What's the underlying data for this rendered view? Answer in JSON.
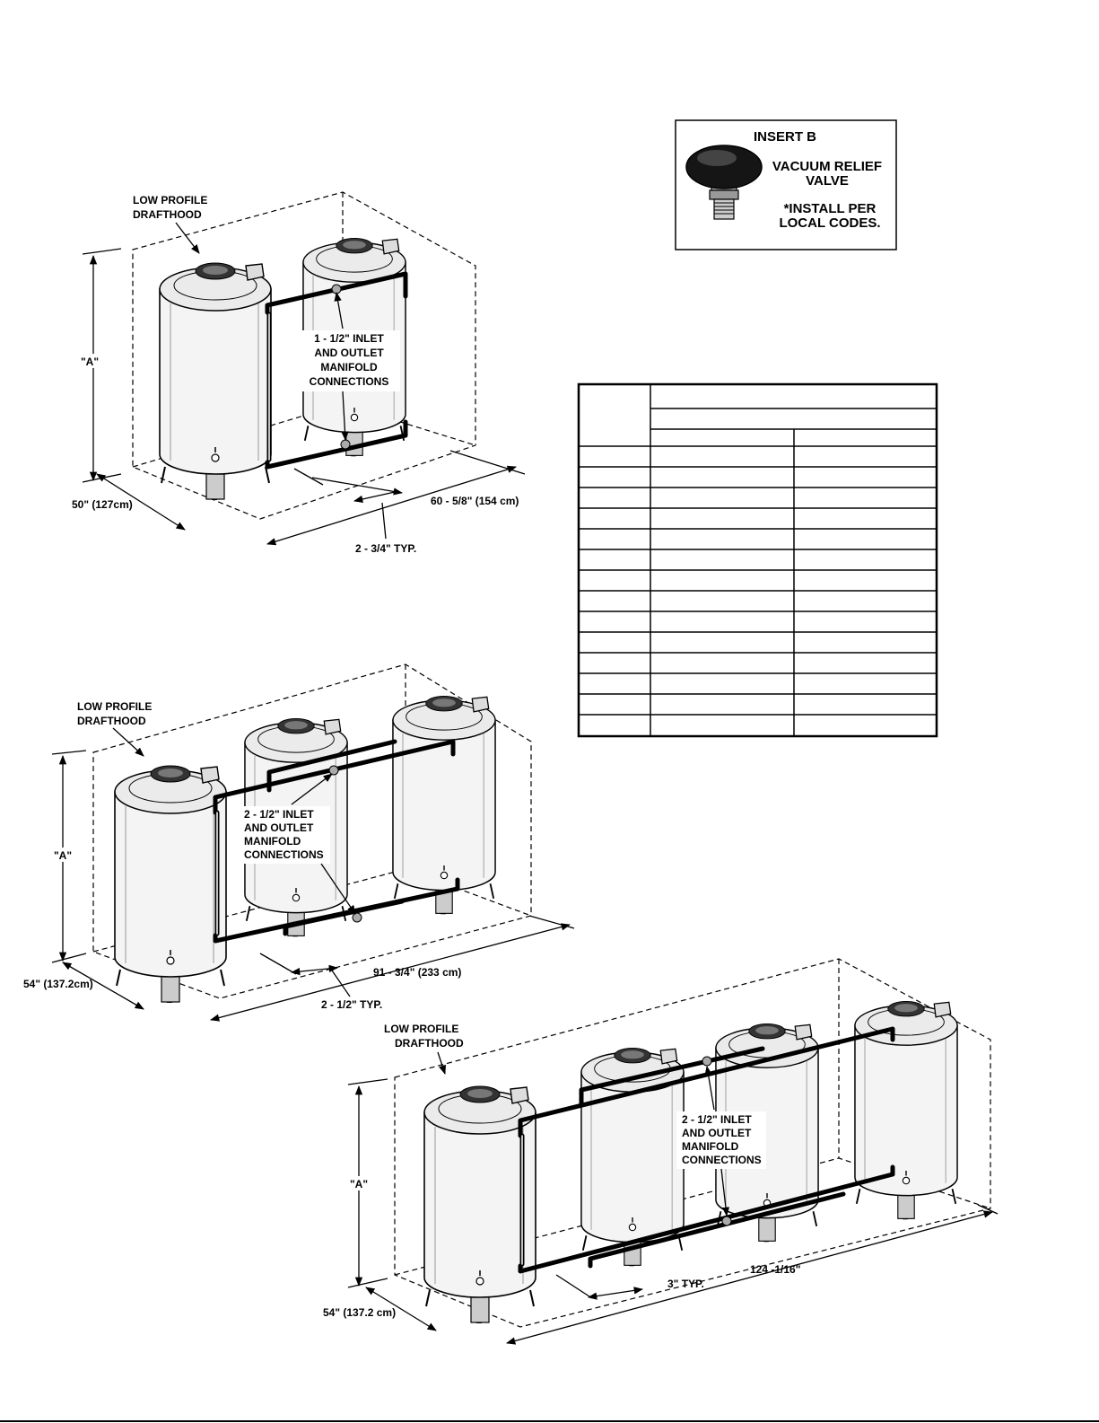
{
  "insert": {
    "title": "INSERT B",
    "valve_line1": "VACUUM RELIEF",
    "valve_line2": "VALVE",
    "note_line1": "*INSTALL PER",
    "note_line2": "LOCAL CODES."
  },
  "figure1": {
    "hood_line1": "LOW PROFILE",
    "hood_line2": "DRAFTHOOD",
    "height": "\"A\"",
    "manifold_line1": "1 - 1/2\" INLET",
    "manifold_line2": "AND OUTLET",
    "manifold_line3": "MANIFOLD",
    "manifold_line4": "CONNECTIONS",
    "depth": "50\" (127cm)",
    "width": "60 - 5/8\" (154 cm)",
    "spacing": "2 - 3/4\" TYP."
  },
  "figure2": {
    "hood_line1": "LOW PROFILE",
    "hood_line2": "DRAFTHOOD",
    "height": "\"A\"",
    "manifold_line1": "2 - 1/2\" INLET",
    "manifold_line2": "AND OUTLET",
    "manifold_line3": "MANIFOLD",
    "manifold_line4": "CONNECTIONS",
    "depth": "54\" (137.2cm)",
    "width": "91 - 3/4\" (233 cm)",
    "spacing": "2 - 1/2\" TYP."
  },
  "figure3": {
    "hood_line1": "LOW PROFILE",
    "hood_line2": "DRAFTHOOD",
    "height": "\"A\"",
    "manifold_line1": "2 - 1/2\" INLET",
    "manifold_line2": "AND OUTLET",
    "manifold_line3": "MANIFOLD",
    "manifold_line4": "CONNECTIONS",
    "depth": "54\" (137.2 cm)",
    "width": "124 -1/16\"",
    "spacing": "3\" TYP."
  }
}
